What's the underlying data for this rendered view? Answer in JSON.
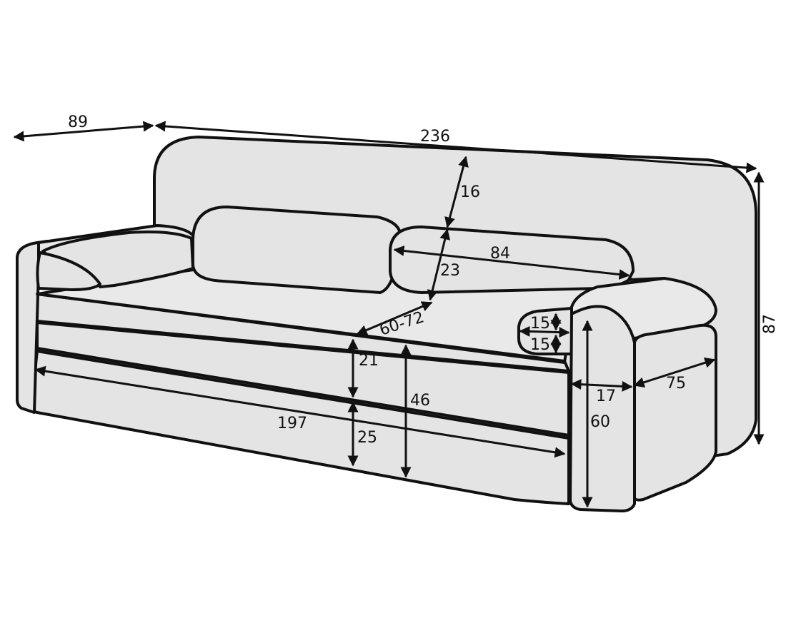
{
  "colors": {
    "upholstery": "#e4e4e4",
    "outline": "#111111",
    "background": "#ffffff"
  },
  "dimensions": {
    "depth": "89",
    "width": "236",
    "height": "87",
    "backrest_top": "16",
    "backrest_cushion": "23",
    "back_cushion_width": "84",
    "seat_depth": "60-72",
    "bolster_top": "15",
    "bolster_bottom": "15",
    "armrest_width": "17",
    "armrest_depth": "75",
    "armrest_height": "60",
    "seat_upper_height": "21",
    "seat_lower_height": "25",
    "seat_height": "46",
    "seat_width": "197"
  }
}
